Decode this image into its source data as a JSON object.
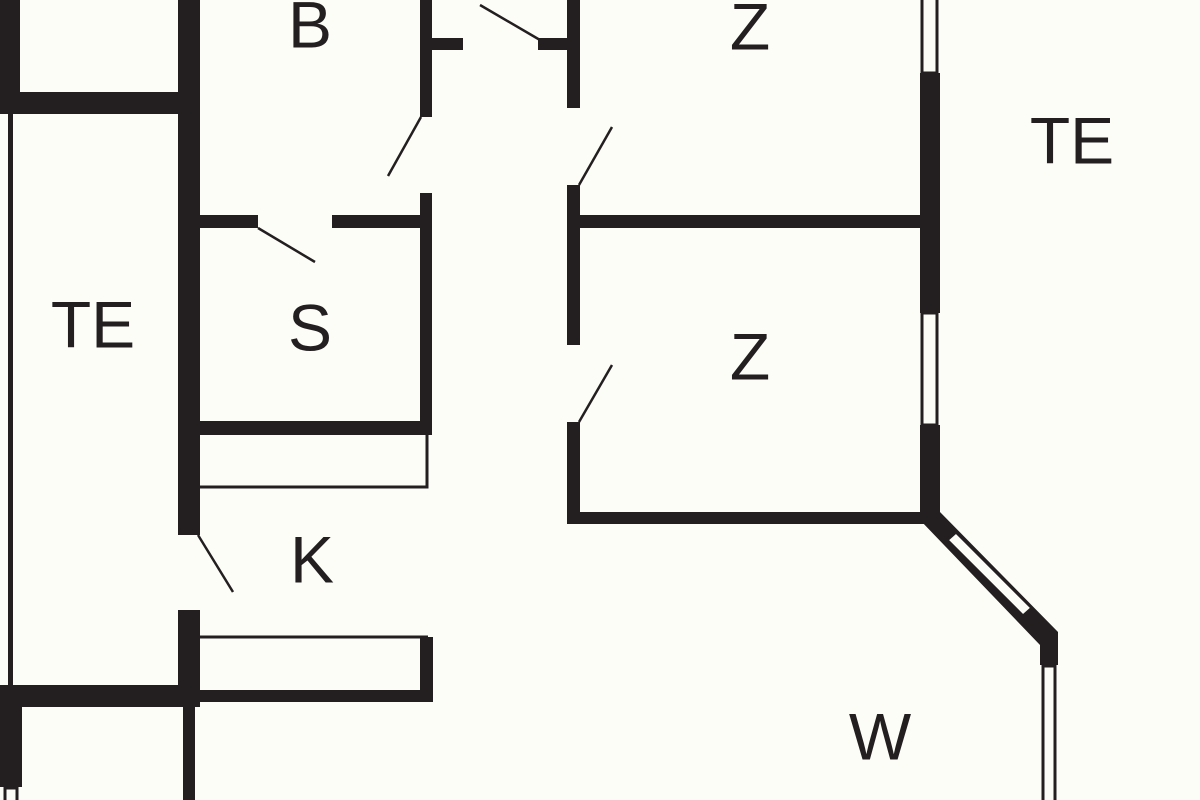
{
  "plan": {
    "rooms": [
      {
        "id": "b",
        "label": "B"
      },
      {
        "id": "z-top",
        "label": "Z"
      },
      {
        "id": "te-right",
        "label": "TE"
      },
      {
        "id": "te-left",
        "label": "TE"
      },
      {
        "id": "s",
        "label": "S"
      },
      {
        "id": "z-middle",
        "label": "Z"
      },
      {
        "id": "k",
        "label": "K"
      },
      {
        "id": "w",
        "label": "W"
      }
    ],
    "colors": {
      "wall": "#231f20",
      "background": "#fdfdf8"
    }
  }
}
